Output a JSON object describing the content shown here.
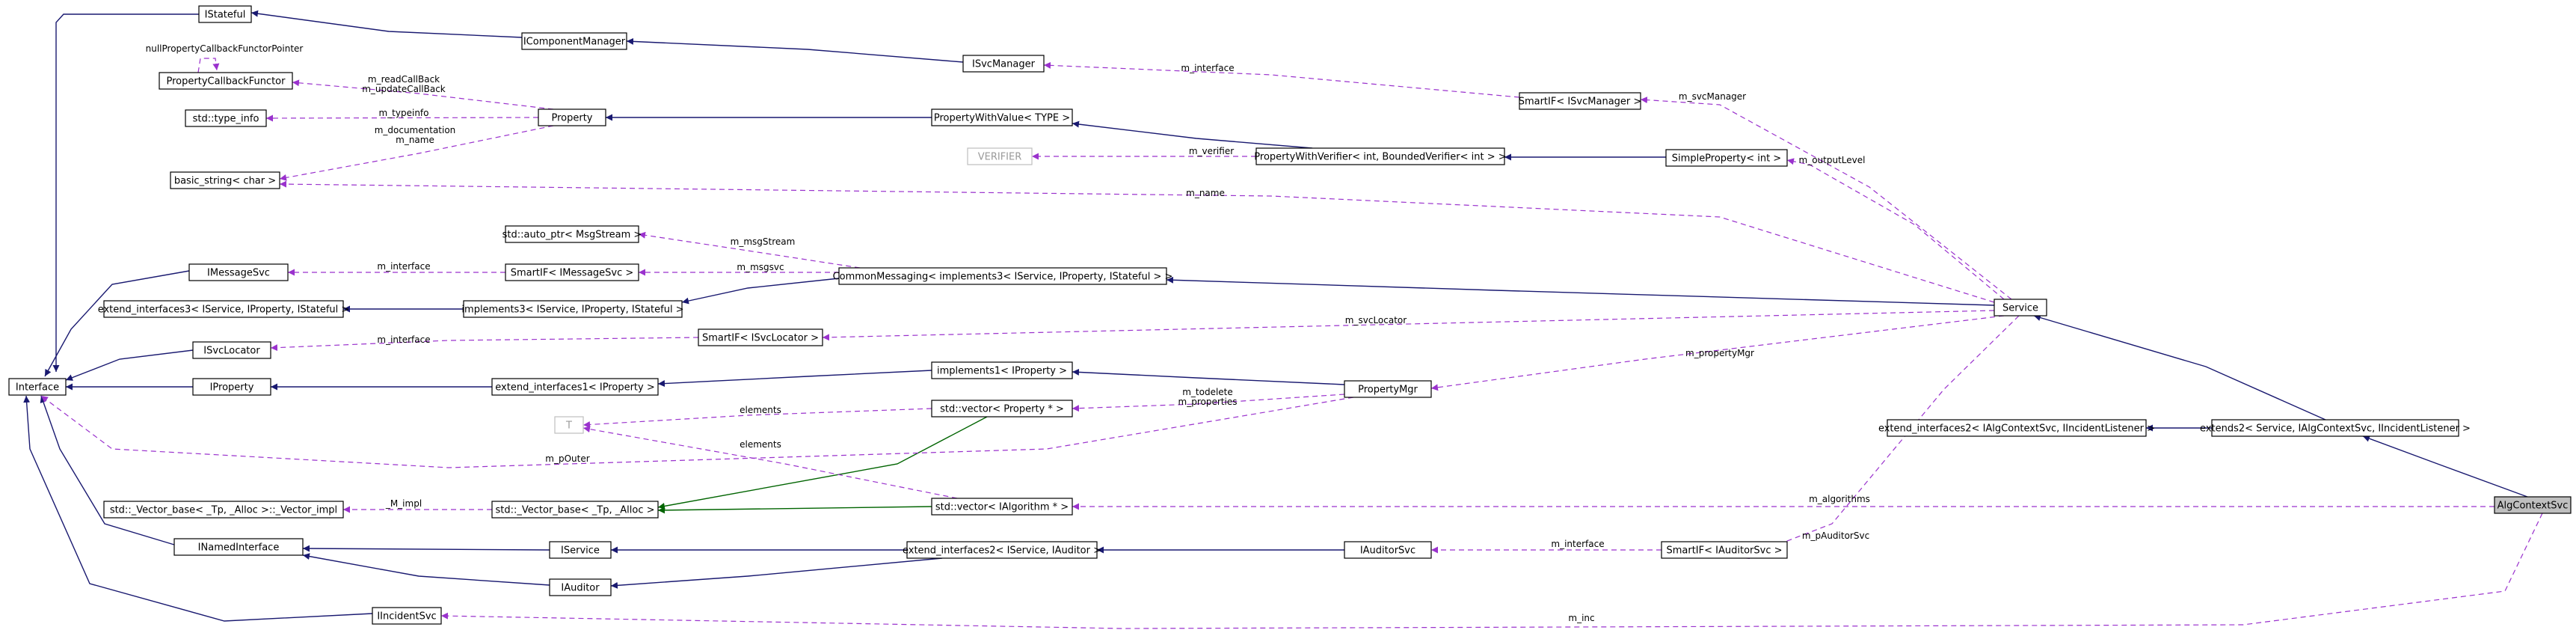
{
  "nodes": [
    {
      "id": "IStateful",
      "label": "IStateful"
    },
    {
      "id": "IComponentManager",
      "label": "IComponentManager"
    },
    {
      "id": "ISvcManager",
      "label": "ISvcManager"
    },
    {
      "id": "SmartIF_ISvcManager",
      "label": "SmartIF< ISvcManager >"
    },
    {
      "id": "PropertyCallbackFunctor",
      "label": "PropertyCallbackFunctor"
    },
    {
      "id": "type_info",
      "label": "std::type_info"
    },
    {
      "id": "Property",
      "label": "Property"
    },
    {
      "id": "PropertyWithValue",
      "label": "PropertyWithValue< TYPE >"
    },
    {
      "id": "VERIFIER",
      "label": "VERIFIER",
      "template": true
    },
    {
      "id": "PropertyWithVerifier",
      "label": "PropertyWithVerifier< int, BoundedVerifier< int > >"
    },
    {
      "id": "SimpleProperty",
      "label": "SimpleProperty< int >"
    },
    {
      "id": "basic_string",
      "label": "basic_string< char >"
    },
    {
      "id": "auto_ptr",
      "label": "std::auto_ptr< MsgStream >"
    },
    {
      "id": "IMessageSvc",
      "label": "IMessageSvc"
    },
    {
      "id": "SmartIF_IMessageSvc",
      "label": "SmartIF< IMessageSvc >"
    },
    {
      "id": "CommonMessaging",
      "label": "CommonMessaging< implements3< IService, IProperty, IStateful > >"
    },
    {
      "id": "extend_interfaces3",
      "label": "extend_interfaces3< IService, IProperty, IStateful >"
    },
    {
      "id": "implements3",
      "label": "implements3< IService, IProperty, IStateful >"
    },
    {
      "id": "Service",
      "label": "Service"
    },
    {
      "id": "ISvcLocator",
      "label": "ISvcLocator"
    },
    {
      "id": "SmartIF_ISvcLocator",
      "label": "SmartIF< ISvcLocator >"
    },
    {
      "id": "Interface",
      "label": "Interface"
    },
    {
      "id": "IProperty",
      "label": "IProperty"
    },
    {
      "id": "extend_interfaces1",
      "label": "extend_interfaces1< IProperty >"
    },
    {
      "id": "implements1",
      "label": "implements1< IProperty >"
    },
    {
      "id": "PropertyMgr",
      "label": "PropertyMgr"
    },
    {
      "id": "vector_Property",
      "label": "std::vector< Property * >"
    },
    {
      "id": "T",
      "label": "T",
      "template": true
    },
    {
      "id": "extend_interfaces2_ctx",
      "label": "extend_interfaces2< IAlgContextSvc, IIncidentListener >"
    },
    {
      "id": "extends2",
      "label": "extends2< Service, IAlgContextSvc, IIncidentListener >"
    },
    {
      "id": "Vector_impl",
      "label": "std::_Vector_base< _Tp, _Alloc >::_Vector_impl"
    },
    {
      "id": "Vector_base",
      "label": "std::_Vector_base< _Tp, _Alloc >"
    },
    {
      "id": "vector_IAlgorithm",
      "label": "std::vector< IAlgorithm * >"
    },
    {
      "id": "AlgContextSvc",
      "label": "AlgContextSvc",
      "focus": true
    },
    {
      "id": "INamedInterface",
      "label": "INamedInterface"
    },
    {
      "id": "IService",
      "label": "IService"
    },
    {
      "id": "extend_interfaces2_aud",
      "label": "extend_interfaces2< IService, IAuditor >"
    },
    {
      "id": "IAuditorSvc",
      "label": "IAuditorSvc"
    },
    {
      "id": "SmartIF_IAuditorSvc",
      "label": "SmartIF< IAuditorSvc >"
    },
    {
      "id": "IAuditor",
      "label": "IAuditor"
    },
    {
      "id": "IIncidentSvc",
      "label": "IIncidentSvc"
    }
  ],
  "edges": [
    {
      "from": "IStateful",
      "to": "Interface",
      "kind": "inherit"
    },
    {
      "from": "IComponentManager",
      "to": "IStateful",
      "kind": "inherit"
    },
    {
      "from": "ISvcManager",
      "to": "IComponentManager",
      "kind": "inherit"
    },
    {
      "from": "PropertyWithValue",
      "to": "Property",
      "kind": "inherit"
    },
    {
      "from": "PropertyWithVerifier",
      "to": "PropertyWithValue",
      "kind": "inherit"
    },
    {
      "from": "SimpleProperty",
      "to": "PropertyWithVerifier",
      "kind": "inherit"
    },
    {
      "from": "IMessageSvc",
      "to": "Interface",
      "kind": "inherit"
    },
    {
      "from": "implements3",
      "to": "extend_interfaces3",
      "kind": "inherit"
    },
    {
      "from": "CommonMessaging",
      "to": "implements3",
      "kind": "inherit"
    },
    {
      "from": "Service",
      "to": "CommonMessaging",
      "kind": "inherit"
    },
    {
      "from": "ISvcLocator",
      "to": "Interface",
      "kind": "inherit"
    },
    {
      "from": "IProperty",
      "to": "Interface",
      "kind": "inherit"
    },
    {
      "from": "extend_interfaces1",
      "to": "IProperty",
      "kind": "inherit"
    },
    {
      "from": "implements1",
      "to": "extend_interfaces1",
      "kind": "inherit"
    },
    {
      "from": "PropertyMgr",
      "to": "implements1",
      "kind": "inherit"
    },
    {
      "from": "extends2",
      "to": "Service",
      "kind": "inherit"
    },
    {
      "from": "extends2",
      "to": "extend_interfaces2_ctx",
      "kind": "inherit"
    },
    {
      "from": "AlgContextSvc",
      "to": "extends2",
      "kind": "inherit"
    },
    {
      "from": "INamedInterface",
      "to": "Interface",
      "kind": "inherit"
    },
    {
      "from": "IService",
      "to": "INamedInterface",
      "kind": "inherit"
    },
    {
      "from": "IAuditor",
      "to": "INamedInterface",
      "kind": "inherit"
    },
    {
      "from": "extend_interfaces2_aud",
      "to": "IService",
      "kind": "inherit"
    },
    {
      "from": "extend_interfaces2_aud",
      "to": "IAuditor",
      "kind": "inherit"
    },
    {
      "from": "IAuditorSvc",
      "to": "extend_interfaces2_aud",
      "kind": "inherit"
    },
    {
      "from": "IIncidentSvc",
      "to": "Interface",
      "kind": "inherit"
    },
    {
      "from": "vector_Property",
      "to": "Vector_base",
      "kind": "instance"
    },
    {
      "from": "vector_IAlgorithm",
      "to": "Vector_base",
      "kind": "instance"
    },
    {
      "from": "SmartIF_ISvcManager",
      "to": "ISvcManager",
      "kind": "use",
      "label": "m_interface"
    },
    {
      "from": "Service",
      "to": "SmartIF_ISvcManager",
      "kind": "use",
      "label": "m_svcManager"
    },
    {
      "from": "Property",
      "to": "PropertyCallbackFunctor",
      "kind": "use",
      "label": "m_readCallBack\nm_updateCallBack"
    },
    {
      "from": "PropertyCallbackFunctor",
      "to": "PropertyCallbackFunctor",
      "kind": "use",
      "label": "nullPropertyCallbackFunctorPointer"
    },
    {
      "from": "Property",
      "to": "type_info",
      "kind": "use",
      "label": "m_typeinfo"
    },
    {
      "from": "Property",
      "to": "basic_string",
      "kind": "use",
      "label": "m_documentation\nm_name"
    },
    {
      "from": "PropertyWithVerifier",
      "to": "VERIFIER",
      "kind": "use",
      "label": "m_verifier"
    },
    {
      "from": "Service",
      "to": "SimpleProperty",
      "kind": "use",
      "label": "m_outputLevel"
    },
    {
      "from": "Service",
      "to": "basic_string",
      "kind": "use",
      "label": "m_name"
    },
    {
      "from": "CommonMessaging",
      "to": "auto_ptr",
      "kind": "use",
      "label": "m_msgStream"
    },
    {
      "from": "CommonMessaging",
      "to": "SmartIF_IMessageSvc",
      "kind": "use",
      "label": "m_msgsvc"
    },
    {
      "from": "SmartIF_IMessageSvc",
      "to": "IMessageSvc",
      "kind": "use",
      "label": "m_interface"
    },
    {
      "from": "Service",
      "to": "SmartIF_ISvcLocator",
      "kind": "use",
      "label": "m_svcLocator"
    },
    {
      "from": "SmartIF_ISvcLocator",
      "to": "ISvcLocator",
      "kind": "use",
      "label": "m_interface"
    },
    {
      "from": "Service",
      "to": "PropertyMgr",
      "kind": "use",
      "label": "m_propertyMgr"
    },
    {
      "from": "PropertyMgr",
      "to": "vector_Property",
      "kind": "use",
      "label": "m_todelete\nm_properties"
    },
    {
      "from": "vector_Property",
      "to": "T",
      "kind": "use",
      "label": "elements"
    },
    {
      "from": "vector_IAlgorithm",
      "to": "T",
      "kind": "use",
      "label": "elements"
    },
    {
      "from": "PropertyMgr",
      "to": "Interface",
      "kind": "use",
      "label": "m_pOuter"
    },
    {
      "from": "Vector_base",
      "to": "Vector_impl",
      "kind": "use",
      "label": "_M_impl"
    },
    {
      "from": "AlgContextSvc",
      "to": "vector_IAlgorithm",
      "kind": "use",
      "label": "m_algorithms"
    },
    {
      "from": "SmartIF_IAuditorSvc",
      "to": "IAuditorSvc",
      "kind": "use",
      "label": "m_interface"
    },
    {
      "from": "Service",
      "to": "SmartIF_IAuditorSvc",
      "kind": "use",
      "label": "m_pAuditorSvc"
    },
    {
      "from": "AlgContextSvc",
      "to": "IIncidentSvc",
      "kind": "use",
      "label": "m_inc"
    }
  ]
}
